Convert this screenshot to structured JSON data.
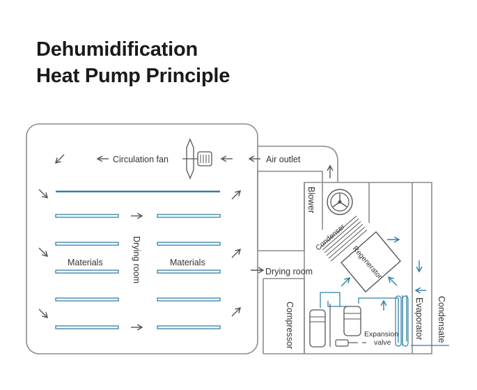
{
  "title": {
    "line1": "Dehumidification",
    "line2": "Heat Pump Principle"
  },
  "labels": {
    "circulation_fan": "Circulation fan",
    "air_outlet": "Air outlet",
    "materials_left": "Materials",
    "materials_right": "Materials",
    "drying_room_vertical": "Drying room",
    "drying_room_arrow": "Drying room",
    "blower": "Blower",
    "condenser": "Condenser",
    "regenerator": "Regenerator",
    "compressor": "Compressor",
    "evaporator": "Evaporator",
    "condensate": "Condensate",
    "expansion_valve_1": "Expansion",
    "expansion_valve_2": "valve"
  },
  "colors": {
    "outline": "#8c8c8c",
    "tray": "#2f7fa6",
    "refrigerant": "#2f7fa6",
    "text": "#333333",
    "title": "#1a1a1a"
  }
}
